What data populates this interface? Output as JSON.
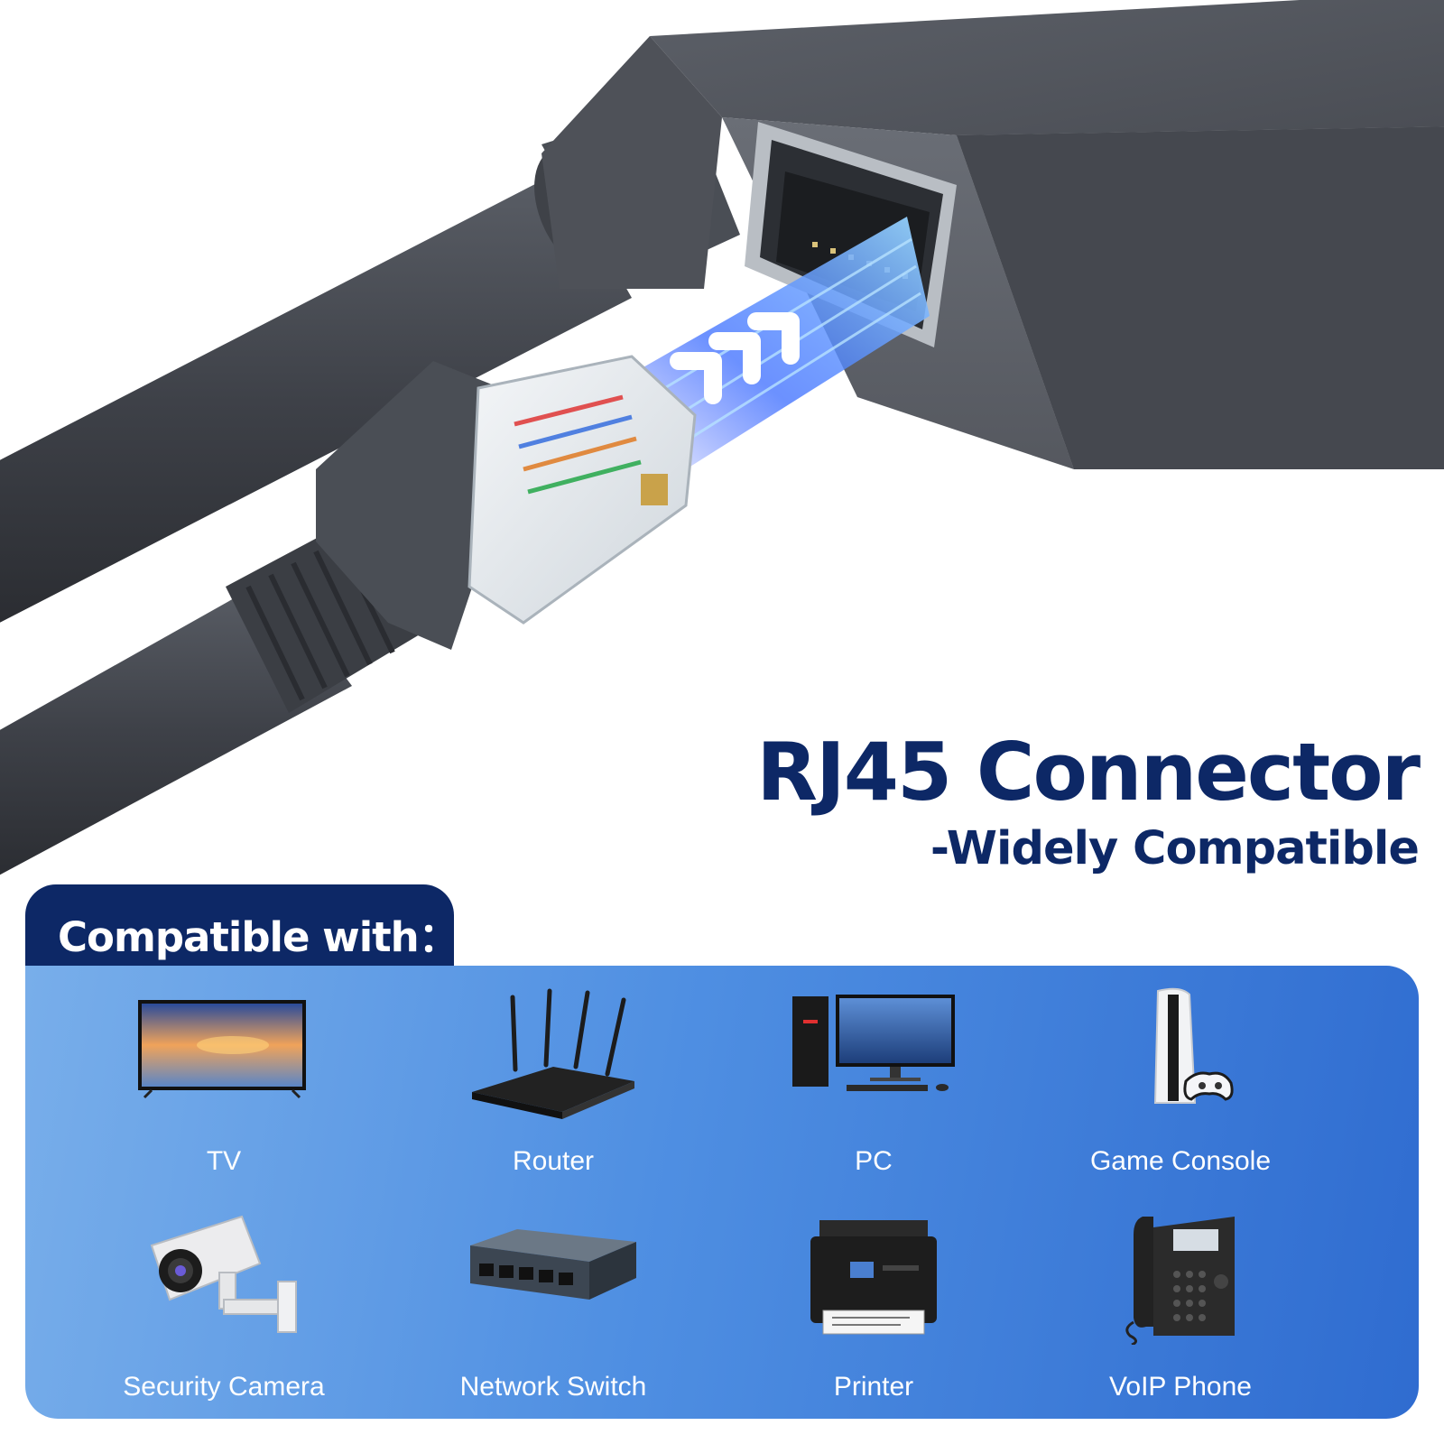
{
  "headline": {
    "title": "RJ45 Connector",
    "subtitle": "-Widely Compatible"
  },
  "compat": {
    "heading": "Compatible with：",
    "devices": [
      {
        "label": "TV",
        "icon": "tv-icon"
      },
      {
        "label": "Router",
        "icon": "router-icon"
      },
      {
        "label": "PC",
        "icon": "pc-icon"
      },
      {
        "label": "Game Console",
        "icon": "game-console-icon"
      },
      {
        "label": "Security Camera",
        "icon": "security-camera-icon"
      },
      {
        "label": "Network Switch",
        "icon": "network-switch-icon"
      },
      {
        "label": "Printer",
        "icon": "printer-icon"
      },
      {
        "label": "VoIP Phone",
        "icon": "voip-phone-icon"
      }
    ]
  },
  "colors": {
    "navy": "#0d2866",
    "panel_start": "#78aeea",
    "panel_end": "#2f6cd0",
    "cable_gray": "#4b4f57",
    "signal_blue": "#3a6cff"
  }
}
